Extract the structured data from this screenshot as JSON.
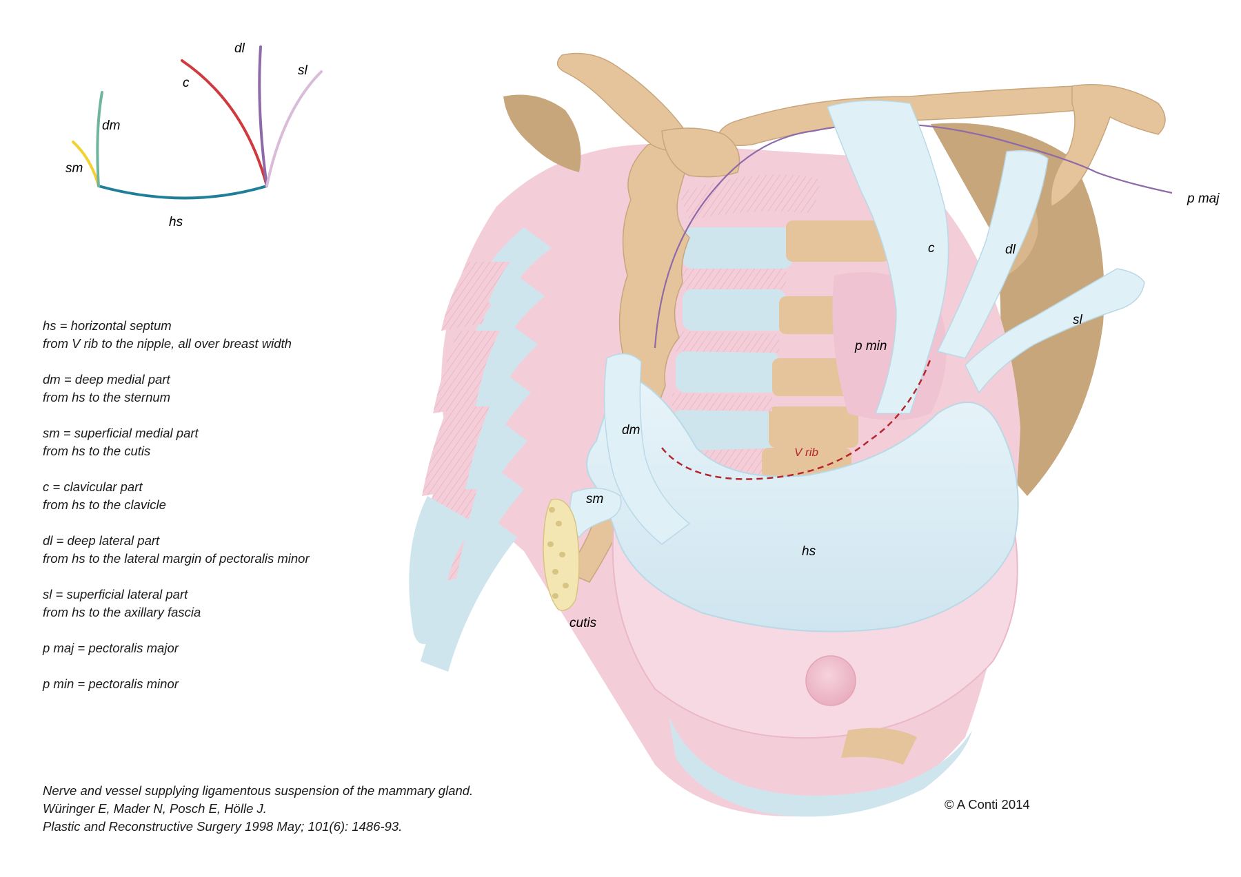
{
  "schema": {
    "labels": {
      "sm": "sm",
      "dm": "dm",
      "c": "c",
      "dl": "dl",
      "sl": "sl",
      "hs": "hs"
    },
    "colors": {
      "sm": "#f2d232",
      "dm": "#6fb59c",
      "c": "#cf3a3f",
      "dl": "#8e6aa8",
      "sl": "#d8bcd8",
      "hs": "#1f7f99"
    }
  },
  "anatomy_labels": {
    "p_maj": "p maj",
    "c": "c",
    "dl": "dl",
    "sl": "sl",
    "p_min": "p min",
    "dm": "dm",
    "v_rib": "V rib",
    "sm": "sm",
    "hs": "hs",
    "cutis": "cutis"
  },
  "legend": [
    {
      "line1": "hs = horizontal septum",
      "line2": "from V rib to the nipple, all over breast width"
    },
    {
      "line1": "dm  = deep medial part",
      "line2": "from hs to the sternum"
    },
    {
      "line1": "sm = superficial medial part",
      "line2": "from hs to the cutis"
    },
    {
      "line1": "c = clavicular part",
      "line2": "from hs to the clavicle"
    },
    {
      "line1": "dl = deep lateral part",
      "line2": "from hs to the lateral margin of pectoralis minor"
    },
    {
      "line1": "sl = superficial lateral part",
      "line2": "from hs to the axillary fascia"
    },
    {
      "line1": "p maj  = pectoralis major",
      "line2": ""
    },
    {
      "line1": "p min = pectoralis minor",
      "line2": ""
    }
  ],
  "citation": {
    "line1": "Nerve and vessel supplying ligamentous suspension of the mammary gland.",
    "line2": "Würinger E, Mader N, Posch E, Hölle J.",
    "line3": "Plastic and Reconstructive Surgery 1998 May; 101(6): 1486-93."
  },
  "copyright": "© A Conti 2014",
  "palette": {
    "bone": "#e6c49b",
    "bone_shadow": "#c7a67c",
    "cartilage": "#cfe5ee",
    "muscle": "#f3cdd8",
    "fascia": "#dff0f7",
    "breast": "#f6d9e3",
    "v_rib_line": "#b3262d"
  }
}
